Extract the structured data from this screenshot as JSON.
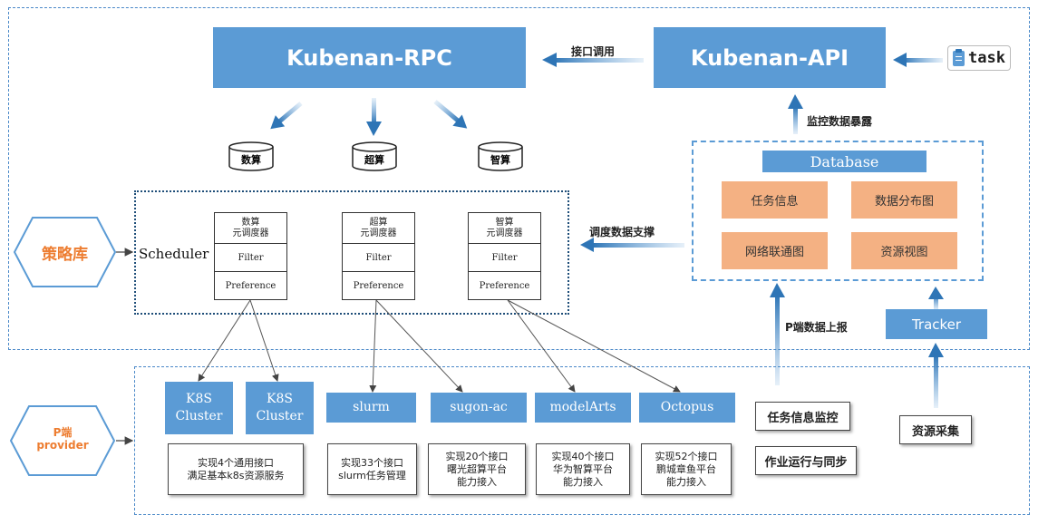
{
  "rpc_title": "Kubenan-RPC",
  "api_title": "Kubenan-API",
  "task_label": "task",
  "interface_call_label": "接口调用",
  "monitor_expose_label": "监控数据暴露",
  "schedule_support_label": "调度数据支撑",
  "p_report_label": "P端数据上报",
  "databases": [
    "数算",
    "超算",
    "智算"
  ],
  "policy_lib": "策略库",
  "provider_line1": "P端",
  "provider_line2": "provider",
  "scheduler_label": "Scheduler",
  "schedulers": [
    {
      "title1": "数算",
      "title2": "元调度器",
      "filter": "Filter",
      "preference": "Preference"
    },
    {
      "title1": "超算",
      "title2": "元调度器",
      "filter": "Filter",
      "preference": "Preference"
    },
    {
      "title1": "智算",
      "title2": "元调度器",
      "filter": "Filter",
      "preference": "Preference"
    }
  ],
  "database_panel": {
    "title": "Database",
    "items": [
      "任务信息",
      "数据分布图",
      "网络联通图",
      "资源视图"
    ]
  },
  "tracker": "Tracker",
  "resource_collect": "资源采集",
  "task_monitor": "任务信息监控",
  "job_sync": "作业运行与同步",
  "clusters": [
    {
      "line1": "K8S",
      "line2": "Cluster"
    },
    {
      "line1": "K8S",
      "line2": "Cluster"
    }
  ],
  "providers": [
    "slurm",
    "sugon-ac",
    "modelArts",
    "Octopus"
  ],
  "descriptions": [
    {
      "line1": "实现4个通用接口",
      "line2": "满足基本k8s资源服务"
    },
    {
      "line1": "实现33个接口",
      "line2": "slurm任务管理"
    },
    {
      "line1": "实现20个接口",
      "line2": "曙光超算平台",
      "line3": "能力接入"
    },
    {
      "line1": "实现40个接口",
      "line2": "华为智算平台",
      "line3": "能力接入"
    },
    {
      "line1": "实现52个接口",
      "line2": "鹏城章鱼平台",
      "line3": "能力接入"
    }
  ],
  "colors": {
    "primary_blue": "#5b9bd5",
    "dash_border": "#4a88c8",
    "orange": "#f4b183",
    "hexagon_text": "#ed7d31"
  }
}
